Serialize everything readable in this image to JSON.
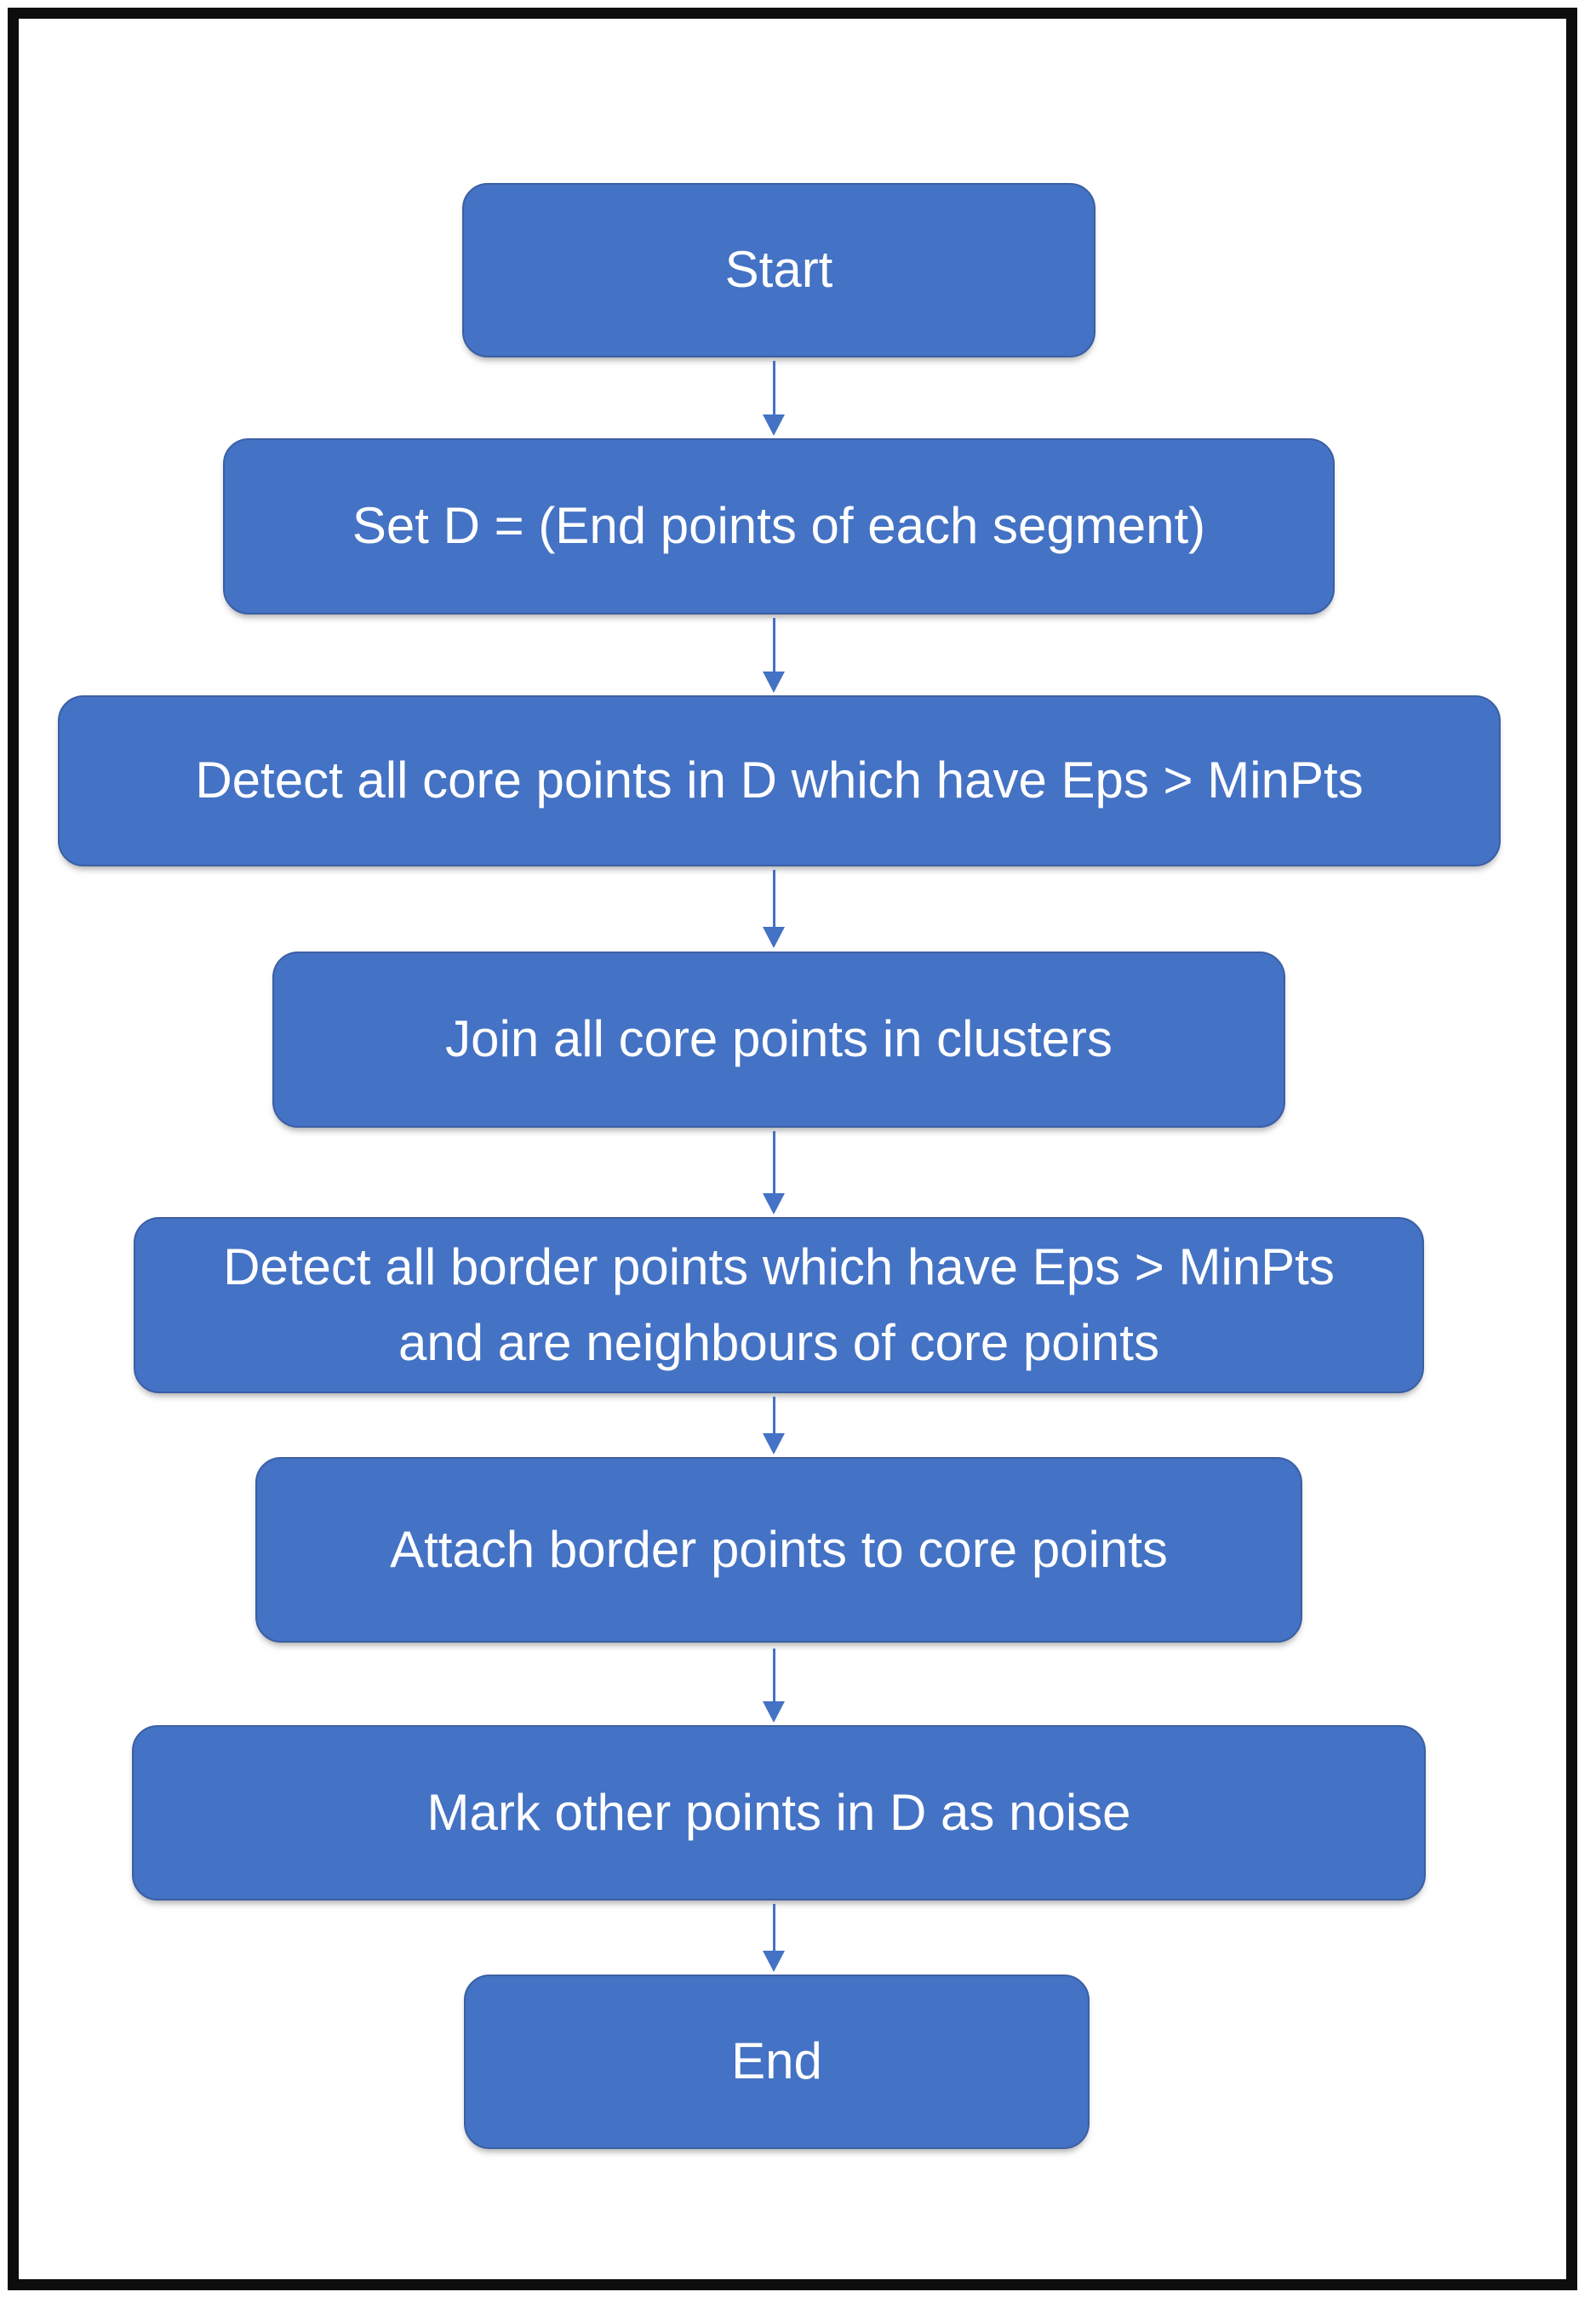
{
  "flowchart": {
    "nodes": [
      {
        "id": "start",
        "label": "Start"
      },
      {
        "id": "set-d",
        "label": "Set D = (End points of each segment)"
      },
      {
        "id": "detect-core-points",
        "label": "Detect all core points in D which have Eps > MinPts"
      },
      {
        "id": "join-core-points",
        "label": "Join all core points in clusters"
      },
      {
        "id": "detect-border-points",
        "label": "Detect all border points which have Eps > MinPts\nand are neighbours of core points"
      },
      {
        "id": "attach-border-points",
        "label": "Attach border points to core points"
      },
      {
        "id": "mark-noise",
        "label": "Mark other points in D as noise"
      },
      {
        "id": "end",
        "label": "End"
      }
    ],
    "edges": [
      {
        "from": "start",
        "to": "set-d"
      },
      {
        "from": "set-d",
        "to": "detect-core-points"
      },
      {
        "from": "detect-core-points",
        "to": "join-core-points"
      },
      {
        "from": "join-core-points",
        "to": "detect-border-points"
      },
      {
        "from": "detect-border-points",
        "to": "attach-border-points"
      },
      {
        "from": "attach-border-points",
        "to": "mark-noise"
      },
      {
        "from": "mark-noise",
        "to": "end"
      }
    ],
    "colors": {
      "node_fill": "#4472C4",
      "node_border": "#3b5fa4",
      "node_text": "#ffffff",
      "arrow": "#4472C4",
      "frame": "#0d0d0d",
      "background": "#ffffff"
    }
  }
}
